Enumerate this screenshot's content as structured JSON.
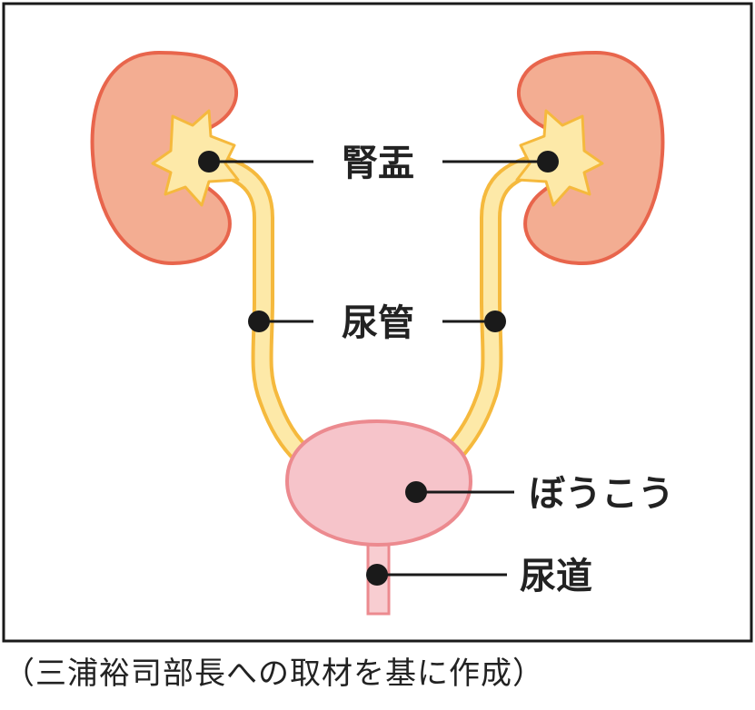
{
  "labels": {
    "renal_pelvis": "腎盂",
    "ureter": "尿管",
    "bladder": "ぼうこう",
    "urethra": "尿道"
  },
  "caption": "（三浦裕司部長への取材を基に作成）",
  "colors": {
    "kidney_fill": "#f3ad92",
    "kidney_stroke": "#e8654c",
    "tube_fill": "#fde9a8",
    "tube_stroke": "#f5b93d",
    "bladder_fill": "#f6c4ca",
    "bladder_stroke": "#ec8a8f",
    "urethra_fill": "#f8cdd1",
    "leader": "#1a1a1a",
    "frame": "#1a1a1a"
  }
}
